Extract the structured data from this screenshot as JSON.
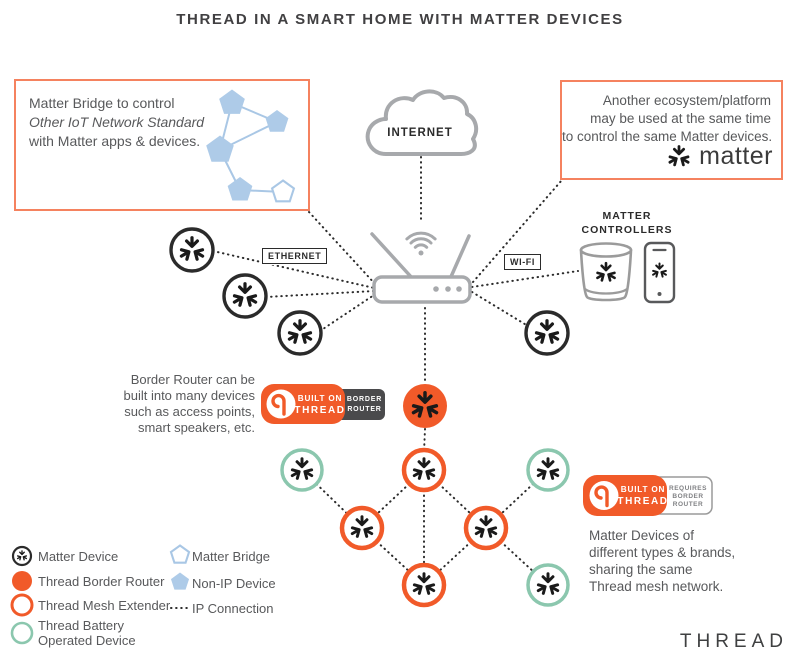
{
  "title": "THREAD IN A SMART HOME WITH MATTER DEVICES",
  "internet_label": "INTERNET",
  "labels": {
    "ethernet": "ETHERNET",
    "wifi": "WI-FI"
  },
  "matter_controllers": {
    "line1": "MATTER",
    "line2": "CONTROLLERS"
  },
  "callout_left": {
    "lines": [
      "Matter Bridge to control",
      "Other IoT Network Standard",
      "with Matter apps & devices."
    ]
  },
  "callout_right": {
    "lines": [
      "Another ecosystem/platform",
      "may be used at the same time",
      "to control the same Matter devices."
    ],
    "brand": "matter"
  },
  "border_router_note": {
    "lines": [
      "Border Router can be",
      "built into many devices",
      "such as access points,",
      "smart speakers, etc."
    ]
  },
  "badge_left": {
    "built_on": "BUILT ON",
    "thread": "THREAD",
    "tag": [
      "BORDER",
      "ROUTER"
    ]
  },
  "badge_right": {
    "built_on": "BUILT ON",
    "thread": "THREAD",
    "tag": [
      "REQUIRES",
      "BORDER",
      "ROUTER"
    ]
  },
  "mesh_note": {
    "lines": [
      "Matter Devices of",
      "different types & brands,",
      "sharing the same",
      "Thread mesh network."
    ]
  },
  "legend": {
    "left": [
      {
        "label": "Matter Device"
      },
      {
        "label": "Thread Border Router"
      },
      {
        "label": "Thread Mesh Extender"
      },
      {
        "label": "Thread Battery",
        "label2": "Operated Device"
      }
    ],
    "right": [
      {
        "label": "Matter Bridge"
      },
      {
        "label": "Non-IP Device"
      },
      {
        "label": "IP Connection"
      }
    ]
  },
  "footer_brand": "THREAD",
  "colors": {
    "thread_orange": "#F15A29",
    "battery_teal": "#8BC7AE",
    "bridge_blue": "#AECBE8",
    "callout_coral": "#F5825F",
    "router_gray": "#A7A9AC",
    "badge_dark": "#4A4A4C"
  }
}
